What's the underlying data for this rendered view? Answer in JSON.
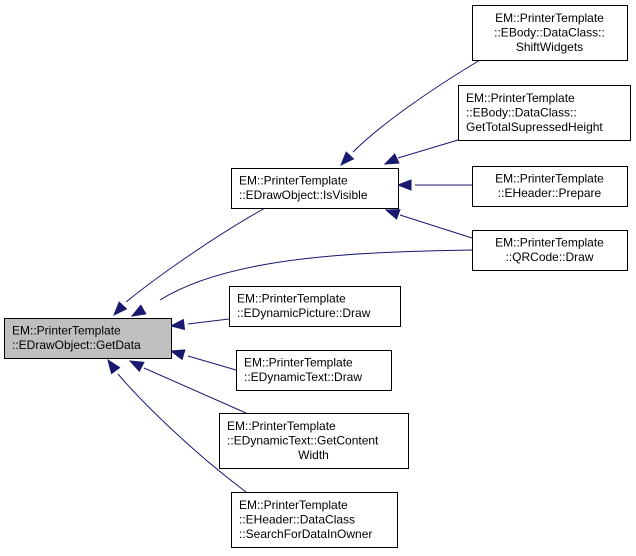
{
  "diagram": {
    "type": "call-graph",
    "colors": {
      "edge": "#191970",
      "focus_fill": "#bfbfbf",
      "node_fill": "#ffffff",
      "border": "#000000"
    },
    "nodes": [
      {
        "id": "getdata",
        "focus": true,
        "lines": [
          "EM::PrinterTemplate",
          "::EDrawObject::GetData"
        ]
      },
      {
        "id": "isvisible",
        "lines": [
          "EM::PrinterTemplate",
          "::EDrawObject::IsVisible"
        ]
      },
      {
        "id": "shiftwidgets",
        "lines": [
          "EM::PrinterTemplate",
          "::EBody::DataClass::",
          "ShiftWidgets"
        ]
      },
      {
        "id": "gettotal",
        "lines": [
          "EM::PrinterTemplate",
          "::EBody::DataClass::",
          "GetTotalSupressedHeight"
        ]
      },
      {
        "id": "prepare",
        "lines": [
          "EM::PrinterTemplate",
          "::EHeader::Prepare"
        ]
      },
      {
        "id": "qrcode",
        "lines": [
          "EM::PrinterTemplate",
          "::QRCode::Draw"
        ]
      },
      {
        "id": "picdraw",
        "lines": [
          "EM::PrinterTemplate",
          "::EDynamicPicture::Draw"
        ]
      },
      {
        "id": "textdraw",
        "lines": [
          "EM::PrinterTemplate",
          "::EDynamicText::Draw"
        ]
      },
      {
        "id": "contentwidth",
        "lines": [
          "EM::PrinterTemplate",
          "::EDynamicText::GetContent",
          "Width"
        ]
      },
      {
        "id": "search",
        "lines": [
          "EM::PrinterTemplate",
          "::EHeader::DataClass",
          "::SearchForDataInOwner"
        ]
      }
    ],
    "edges": [
      {
        "from": "isvisible",
        "to": "getdata"
      },
      {
        "from": "qrcode",
        "to": "getdata"
      },
      {
        "from": "picdraw",
        "to": "getdata"
      },
      {
        "from": "textdraw",
        "to": "getdata"
      },
      {
        "from": "contentwidth",
        "to": "getdata"
      },
      {
        "from": "search",
        "to": "getdata"
      },
      {
        "from": "shiftwidgets",
        "to": "isvisible"
      },
      {
        "from": "gettotal",
        "to": "isvisible"
      },
      {
        "from": "prepare",
        "to": "isvisible"
      },
      {
        "from": "qrcode",
        "to": "isvisible"
      }
    ]
  }
}
